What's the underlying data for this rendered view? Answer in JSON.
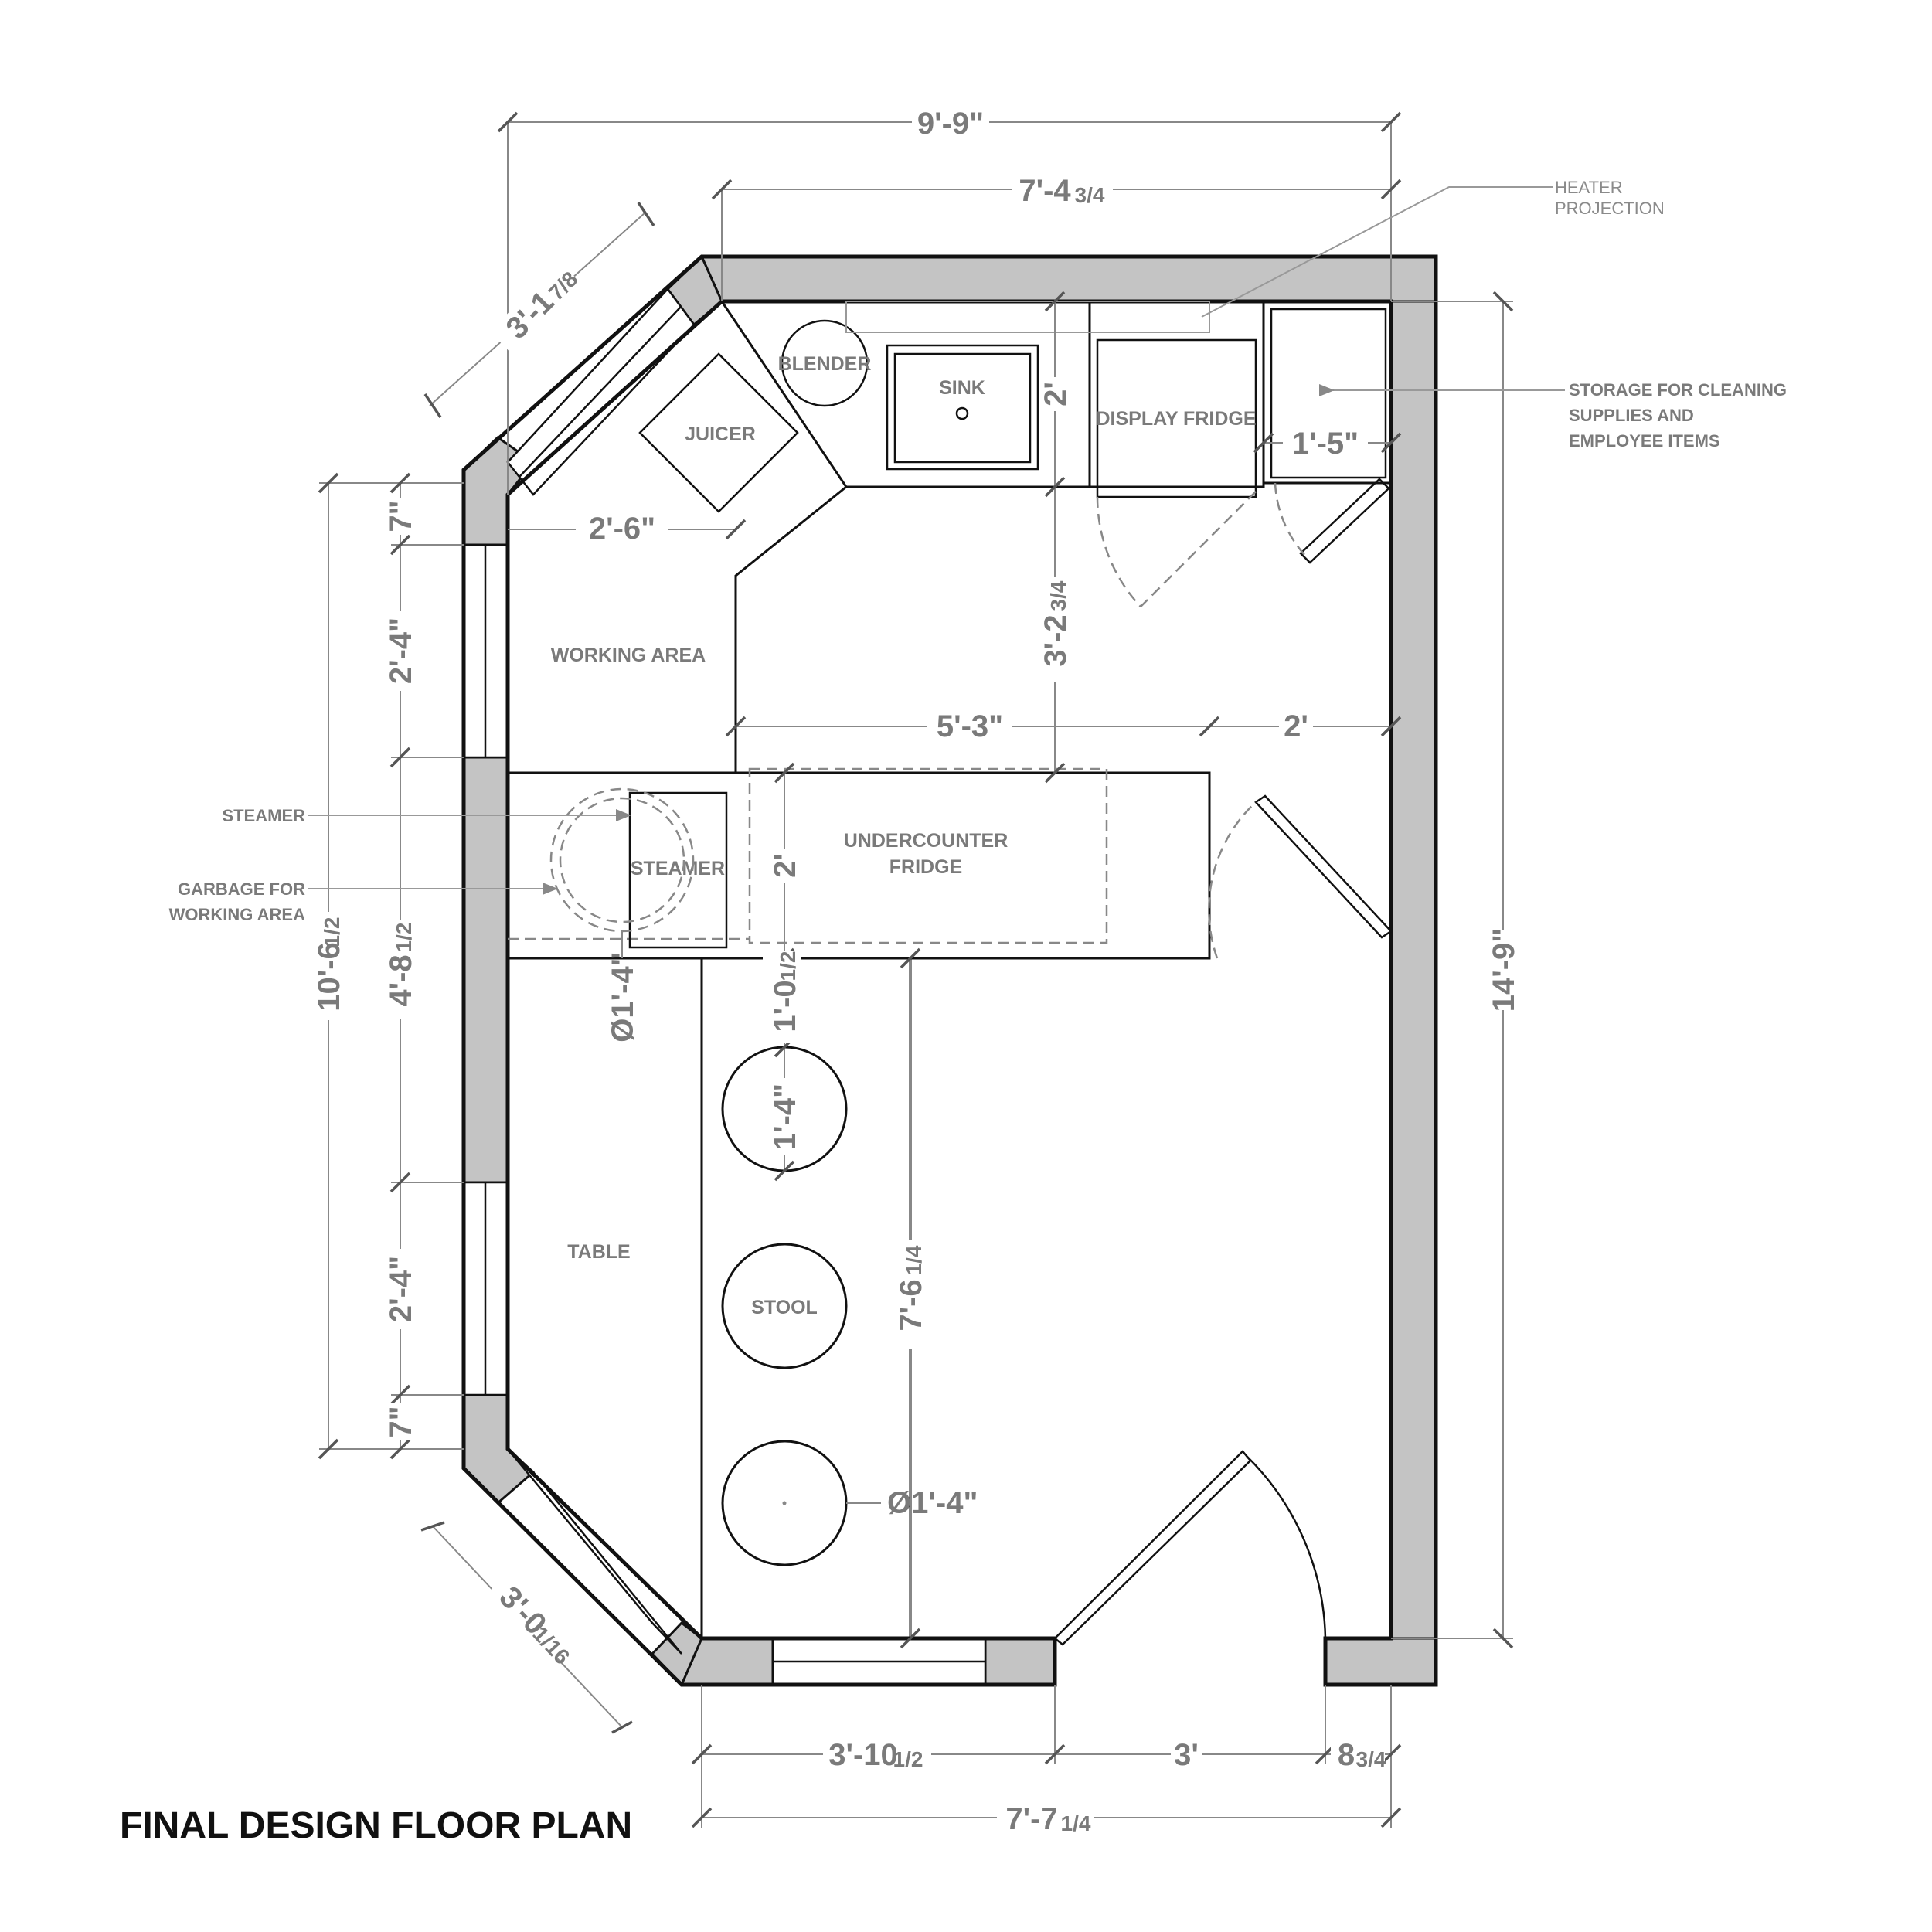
{
  "title": "FINAL DESIGN FLOOR PLAN",
  "dimensions": {
    "overall_top_width": "9'-9\"",
    "interior_top_width_main": "7'-4",
    "interior_top_width_frac": "3/4",
    "angled_wall_top_main": "3'-1",
    "angled_wall_top_frac": "7/8",
    "angled_wall_bottom_main": "3'-0",
    "angled_wall_bottom_frac": "1/16",
    "left_overall_main": "10'-6",
    "left_overall_frac": "1/2",
    "left_window_top_trim": "7\"",
    "left_window_upper": "2'-4\"",
    "left_middle_wall_main": "4'-8",
    "left_middle_wall_frac": "1/2",
    "left_window_lower": "2'-4\"",
    "left_window_bottom_trim": "7\"",
    "right_overall": "14'-9\"",
    "working_area_width": "2'-6\"",
    "counter_depth_top": "2'",
    "counter_clearance_main": "3'-2",
    "counter_clearance_frac": "3/4",
    "island_length": "5'-3\"",
    "island_to_wall": "2'",
    "island_depth": "2'",
    "storage_width": "1'-5\"",
    "steamer_diameter": "Ø1'-4\"",
    "table_gap_main": "1'-0",
    "table_gap_frac": "1/2",
    "stool_diameter_vertical": "1'-4\"",
    "table_length_main": "7'-6",
    "table_length_frac": "1/4",
    "stool_diameter": "Ø1'-4\"",
    "bottom_left_main": "3'-10",
    "bottom_left_frac": "1/2",
    "bottom_door": "3'",
    "bottom_right_main": "8",
    "bottom_right_frac": "3/4",
    "bottom_overall_main": "7'-7",
    "bottom_overall_frac": "1/4"
  },
  "labels": {
    "blender": "BLENDER",
    "sink": "SINK",
    "juicer": "JUICER",
    "display_fridge": "DISPLAY FRIDGE",
    "working_area": "WORKING AREA",
    "steamer": "STEAMER",
    "undercounter_fridge_line1": "UNDERCOUNTER",
    "undercounter_fridge_line2": "FRIDGE",
    "table": "TABLE",
    "stool": "STOOL"
  },
  "notes": {
    "heater_line1": "HEATER",
    "heater_line2": "PROJECTION",
    "storage_line1": "STORAGE FOR CLEANING",
    "storage_line2": "SUPPLIES AND",
    "storage_line3": "EMPLOYEE ITEMS",
    "steamer_callout": "STEAMER",
    "garbage_line1": "GARBAGE FOR",
    "garbage_line2": "WORKING AREA"
  }
}
